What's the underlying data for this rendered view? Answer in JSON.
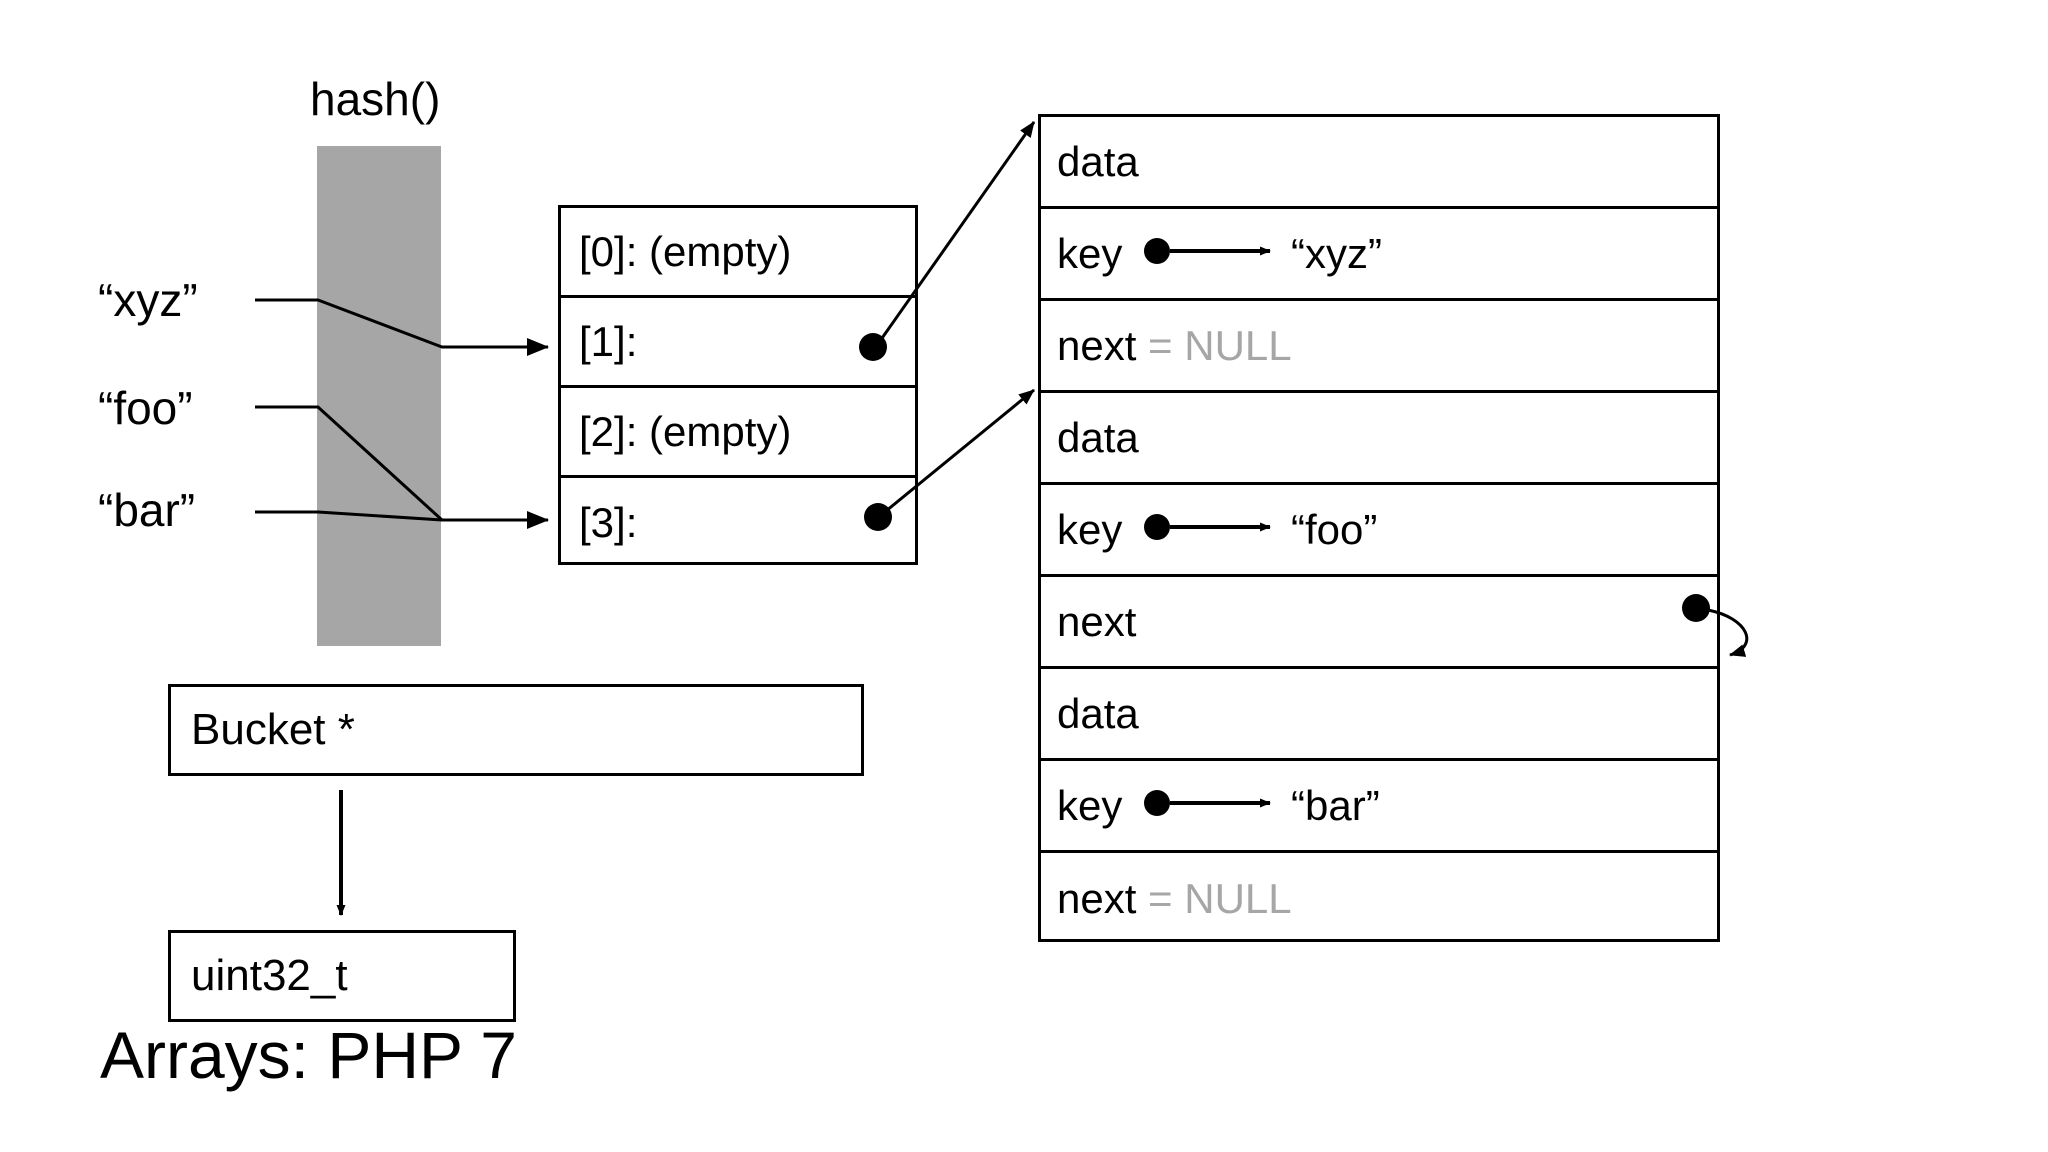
{
  "diagram": {
    "title": "Arrays: PHP 7",
    "hash_function_label": "hash()",
    "input_keys": [
      {
        "label": "“xyz”"
      },
      {
        "label": "“foo”"
      },
      {
        "label": "“bar”"
      }
    ],
    "bucket_array": {
      "slots": [
        {
          "label": "[0]: (empty)",
          "has_pointer": false
        },
        {
          "label": "[1]:",
          "has_pointer": true
        },
        {
          "label": "[2]: (empty)",
          "has_pointer": false
        },
        {
          "label": "[3]:",
          "has_pointer": true
        }
      ]
    },
    "bucket_table": {
      "rows": [
        {
          "field": "data",
          "value": "",
          "pointer": "none"
        },
        {
          "field": "key",
          "value": "“xyz”",
          "pointer": "key-arrow"
        },
        {
          "field": "next",
          "value": " = NULL",
          "pointer": "none"
        },
        {
          "field": "data",
          "value": "",
          "pointer": "none"
        },
        {
          "field": "key",
          "value": "“foo”",
          "pointer": "key-arrow"
        },
        {
          "field": "next",
          "value": "",
          "pointer": "curved-next"
        },
        {
          "field": "data",
          "value": "",
          "pointer": "none"
        },
        {
          "field": "key",
          "value": "“bar”",
          "pointer": "key-arrow"
        },
        {
          "field": "next",
          "value": " = NULL",
          "pointer": "none"
        }
      ]
    },
    "type_boxes": [
      {
        "label": "Bucket *"
      },
      {
        "label": "uint32_t"
      }
    ],
    "colors": {
      "hash_bar": "#a6a6a6",
      "null_text": "#a6a6a6",
      "stroke": "#000000",
      "background": "#ffffff"
    }
  }
}
